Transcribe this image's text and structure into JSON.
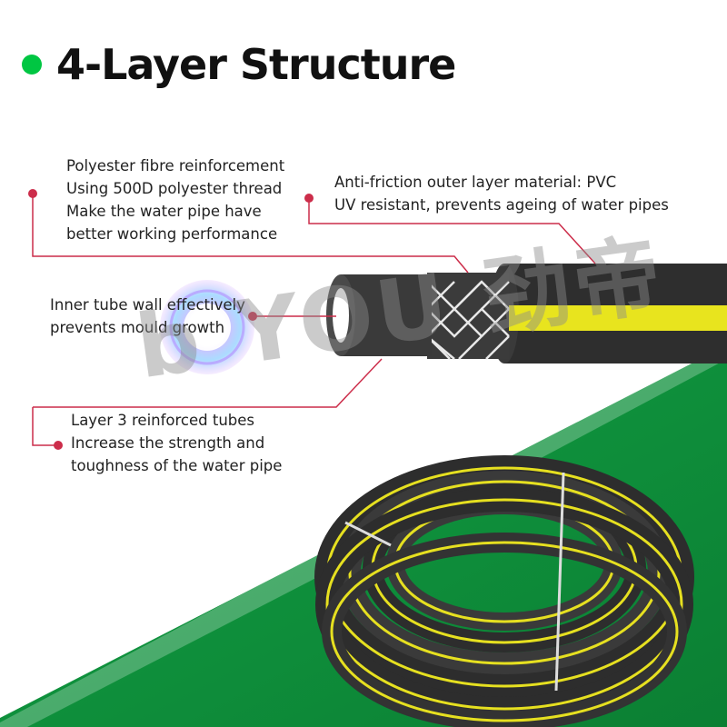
{
  "title": "4-Layer Structure",
  "colors": {
    "accent_green": "#00c642",
    "background_green": "#0e8f3a",
    "callout_red": "#cc2d4a",
    "hose_black": "#2b2b2b",
    "hose_stripe": "#e6e020"
  },
  "callouts": {
    "polyester": {
      "lines": [
        "Polyester fibre reinforcement",
        "Using 500D polyester thread",
        "Make the water pipe have",
        "better working performance"
      ]
    },
    "outer_layer": {
      "lines": [
        "Anti-friction outer layer material: PVC",
        "UV resistant, prevents ageing of water pipes"
      ]
    },
    "inner_tube": {
      "lines": [
        "Inner tube wall effectively",
        "prevents mould growth"
      ]
    },
    "layer3": {
      "lines": [
        "Layer 3 reinforced tubes",
        "Increase the strength and",
        "toughness of the water pipe"
      ]
    }
  },
  "watermark": "b YOU 劲帝"
}
